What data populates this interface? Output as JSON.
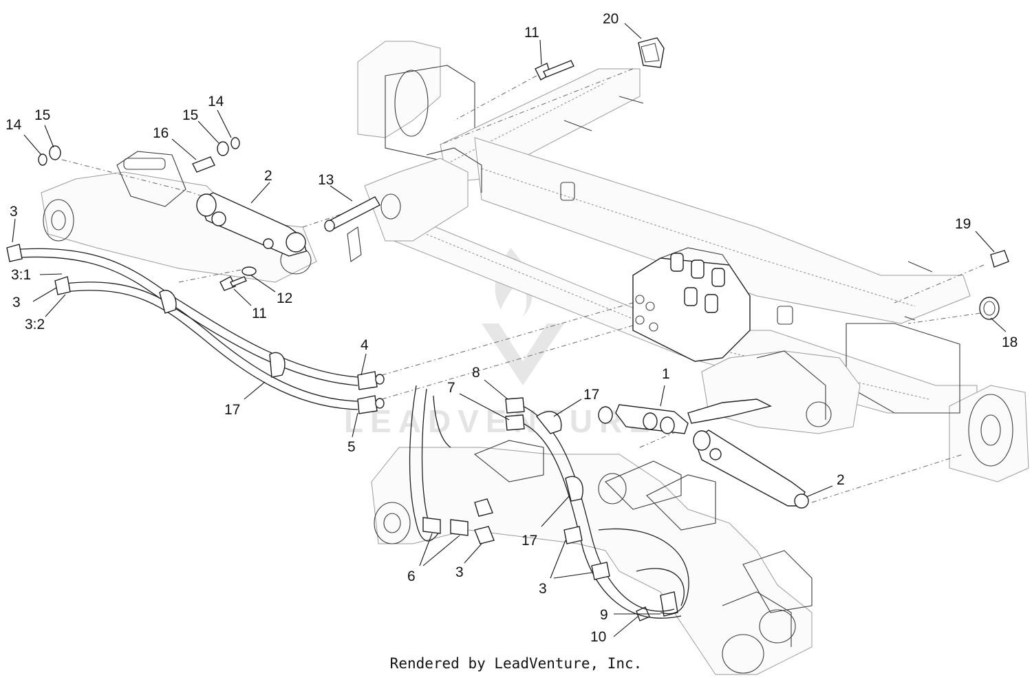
{
  "footer": {
    "credit": "Rendered by LeadVenture, Inc."
  },
  "watermark": {
    "text": "LEADVENTURE"
  },
  "callouts": [
    {
      "id": "c20",
      "label": "20"
    },
    {
      "id": "c11a",
      "label": "11"
    },
    {
      "id": "c14a",
      "label": "14"
    },
    {
      "id": "c15a",
      "label": "15"
    },
    {
      "id": "c15b",
      "label": "15"
    },
    {
      "id": "c14b",
      "label": "14"
    },
    {
      "id": "c16",
      "label": "16"
    },
    {
      "id": "c2a",
      "label": "2"
    },
    {
      "id": "c13",
      "label": "13"
    },
    {
      "id": "c3a",
      "label": "3"
    },
    {
      "id": "c31",
      "label": "3:1"
    },
    {
      "id": "c3b",
      "label": "3"
    },
    {
      "id": "c32",
      "label": "3:2"
    },
    {
      "id": "c12",
      "label": "12"
    },
    {
      "id": "c11b",
      "label": "11"
    },
    {
      "id": "c19",
      "label": "19"
    },
    {
      "id": "c18",
      "label": "18"
    },
    {
      "id": "c4",
      "label": "4"
    },
    {
      "id": "c17a",
      "label": "17"
    },
    {
      "id": "c5",
      "label": "5"
    },
    {
      "id": "c8",
      "label": "8"
    },
    {
      "id": "c7",
      "label": "7"
    },
    {
      "id": "c17b",
      "label": "17"
    },
    {
      "id": "c1",
      "label": "1"
    },
    {
      "id": "c2b",
      "label": "2"
    },
    {
      "id": "c17c",
      "label": "17"
    },
    {
      "id": "c6",
      "label": "6"
    },
    {
      "id": "c3c",
      "label": "3"
    },
    {
      "id": "c3d",
      "label": "3"
    },
    {
      "id": "c9",
      "label": "9"
    },
    {
      "id": "c10",
      "label": "10"
    }
  ]
}
